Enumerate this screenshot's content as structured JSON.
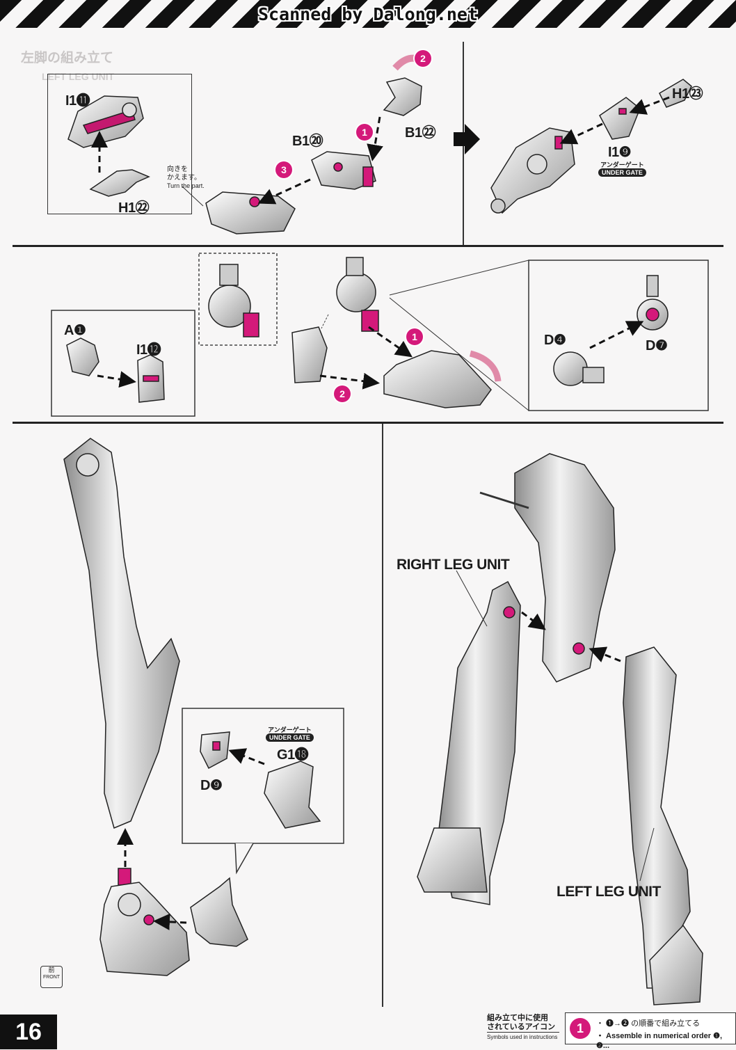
{
  "header": {
    "scan_title": "Scanned by Dalong.net"
  },
  "faint_heading": {
    "jp": "左脚の組み立て",
    "en": "LEFT LEG UNIT"
  },
  "step1": {
    "parts": {
      "i1_11": "I1⓫",
      "h1_22": "H1㉒",
      "b1_20": "B1⑳",
      "b1_22": "B1㉒",
      "h1_23": "H1㉓",
      "i1_9": "I1❾"
    },
    "turn_note": {
      "jp1": "向きを",
      "jp2": "かえます。",
      "en": "Turn the part."
    },
    "under_gate": {
      "jp": "アンダーゲート",
      "en": "UNDER GATE"
    },
    "steps": [
      "1",
      "2",
      "3"
    ]
  },
  "step2": {
    "parts": {
      "a1": "A❶",
      "i1_12": "I1⓬",
      "d4": "D❹",
      "d7": "D❼"
    },
    "steps": [
      "1",
      "2"
    ]
  },
  "step3": {
    "parts": {
      "d9": "D❾",
      "g1_18": "G1⓲"
    },
    "under_gate": {
      "jp": "アンダーゲート",
      "en": "UNDER GATE"
    },
    "front_icon": {
      "jp": "前",
      "en": "FRONT"
    }
  },
  "step4": {
    "right_leg": "RIGHT LEG UNIT",
    "left_leg": "LEFT LEG UNIT"
  },
  "footer": {
    "page_number": "16",
    "legend_title_jp1": "組み立て中に使用",
    "legend_title_jp2": "されているアイコン",
    "legend_title_en": "Symbols used in instructions",
    "legend_icon": "1",
    "legend_line1": "・ ❶→❷ の順番で組み立てる",
    "legend_line2": "・ Assemble in numerical order ❶, ❷..."
  },
  "colors": {
    "accent": "#d4197a",
    "line": "#222222",
    "paper": "#f7f6f6"
  }
}
